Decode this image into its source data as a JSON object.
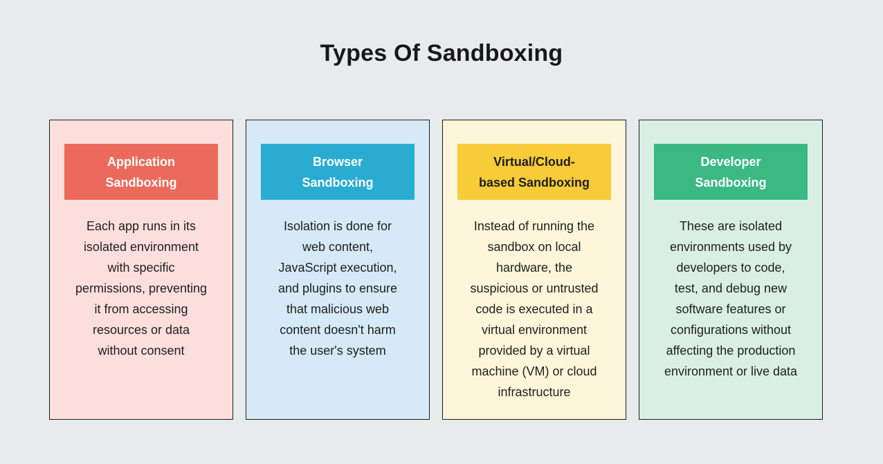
{
  "page": {
    "title": "Types Of Sandboxing",
    "background_color": "#E8EBEC",
    "title_color": "#18181B",
    "body_text_color": "#1E1E1E",
    "card_border_color": "#1B1B1B"
  },
  "cards": [
    {
      "id": "application-sandboxing",
      "title": "Application\nSandboxing",
      "description": "Each app runs in its\nisolated environment\nwith specific\npermissions, preventing\nit from accessing\nresources or data\nwithout consent",
      "header_bg": "#EC6A5C",
      "header_text_color": "#FFFFFF",
      "card_bg": "#FCDFDC"
    },
    {
      "id": "browser-sandboxing",
      "title": "Browser\nSandboxing",
      "description": "Isolation is done for\nweb content,\nJavaScript execution,\nand plugins to ensure\nthat malicious web\ncontent doesn't harm\nthe user's system",
      "header_bg": "#2AACD2",
      "header_text_color": "#FFFFFF",
      "card_bg": "#D5EAF6"
    },
    {
      "id": "virtual-cloud-based-sandboxing",
      "title": "Virtual/Cloud-\nbased Sandboxing",
      "description": "Instead of running the\nsandbox on local\nhardware, the\nsuspicious or untrusted\ncode is executed in a\nvirtual environment\nprovided by a virtual\nmachine (VM) or cloud\ninfrastructure",
      "header_bg": "#F8CB38",
      "header_text_color": "#1E1E1E",
      "card_bg": "#FDF6DA"
    },
    {
      "id": "developer-sandboxing",
      "title": "Developer\nSandboxing",
      "description": "These are isolated\nenvironments used by\ndevelopers to code,\ntest, and debug new\nsoftware features or\nconfigurations without\naffecting the production\nenvironment or live data",
      "header_bg": "#3BB983",
      "header_text_color": "#FFFFFF",
      "card_bg": "#D9EFE6"
    }
  ]
}
